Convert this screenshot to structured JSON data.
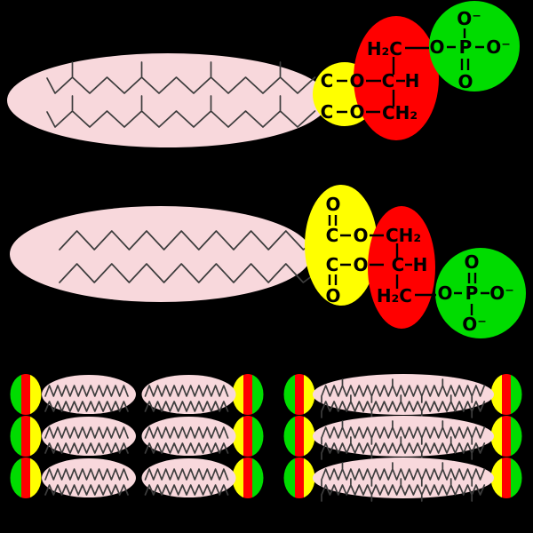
{
  "palette": {
    "background": "#000000",
    "tail-pink": "#f8d8dc",
    "linkage-yellow": "#ffff00",
    "glycerol-red": "#ff0000",
    "phosphate-green": "#00dc00",
    "bond": "#3d3d3d",
    "atom-text": "#000000"
  },
  "archaeal_lipid": {
    "ether": {
      "c1": "C",
      "o1": "O",
      "c2": "C",
      "o2": "O"
    },
    "glycerol": {
      "c1": "H₂C",
      "c2": "C",
      "h": "H",
      "c3": "CH₂"
    },
    "phosphate": {
      "o_top": "O⁻",
      "o_left": "O",
      "p": "P",
      "o_right": "O⁻",
      "o_bottom": "O"
    }
  },
  "bacterial_lipid": {
    "ester1": {
      "o_dbl": "O",
      "c": "C",
      "o": "O"
    },
    "ester2": {
      "c": "C",
      "o": "O",
      "o_dbl": "O"
    },
    "glycerol": {
      "c1": "CH₂",
      "c2": "C",
      "h": "H",
      "c3": "H₂C"
    },
    "phosphate": {
      "o_top": "O",
      "o_left": "O",
      "p": "P",
      "o_right": "O⁻",
      "o_bottom": "O⁻"
    }
  }
}
